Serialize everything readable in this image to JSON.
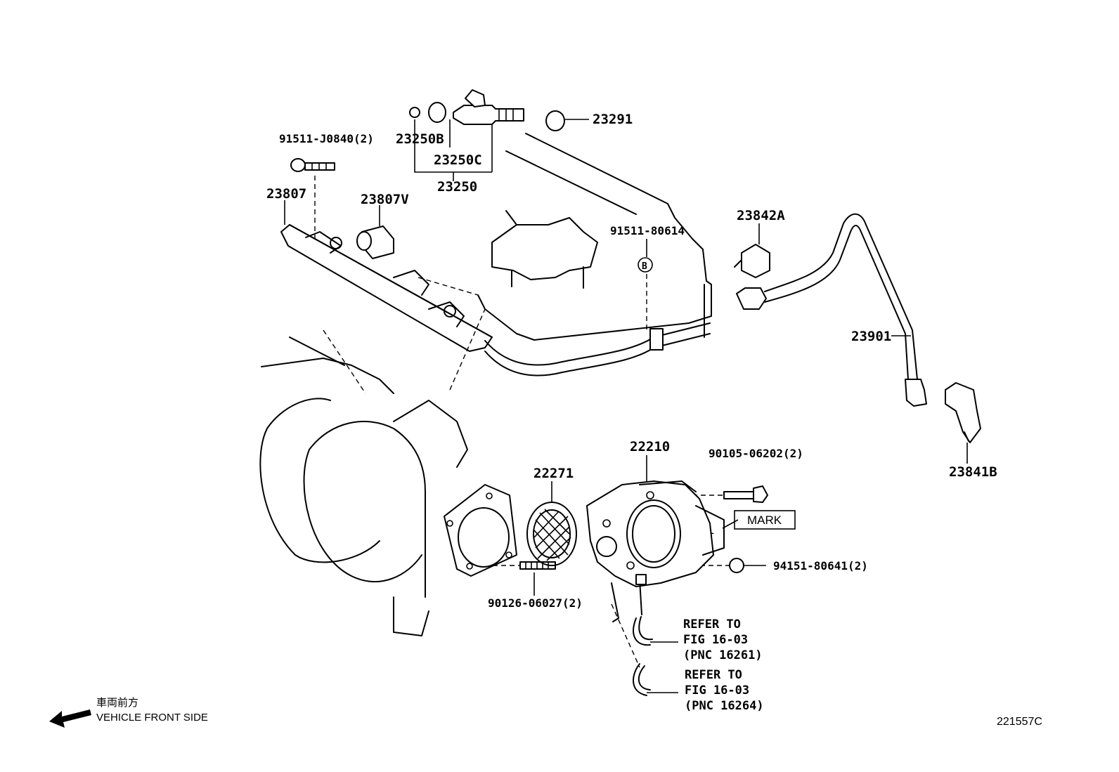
{
  "parts": {
    "p91511_J0840": "91511-J0840(2)",
    "p23250B": "23250B",
    "p23250C": "23250C",
    "p23250": "23250",
    "p23291": "23291",
    "p23807": "23807",
    "p23807V": "23807V",
    "p91511_80614": "91511-80614",
    "p23842A": "23842A",
    "p23901": "23901",
    "p23841B": "23841B",
    "p22210": "22210",
    "p90105_06202": "90105-06202(2)",
    "p22271": "22271",
    "p94151_80641": "94151-80641(2)",
    "p90126_06027": "90126-06027(2)"
  },
  "marker_b": "B",
  "mark_label": "MARK",
  "refer1": {
    "line1": "REFER TO",
    "line2": "FIG 16-03",
    "line3": "(PNC 16261)"
  },
  "refer2": {
    "line1": "REFER TO",
    "line2": "FIG 16-03",
    "line3": "(PNC 16264)"
  },
  "front": {
    "jp": "車両前方",
    "en": "VEHICLE FRONT SIDE",
    "arrow_icon": "arrow-left-icon"
  },
  "figure_code": "221557C"
}
